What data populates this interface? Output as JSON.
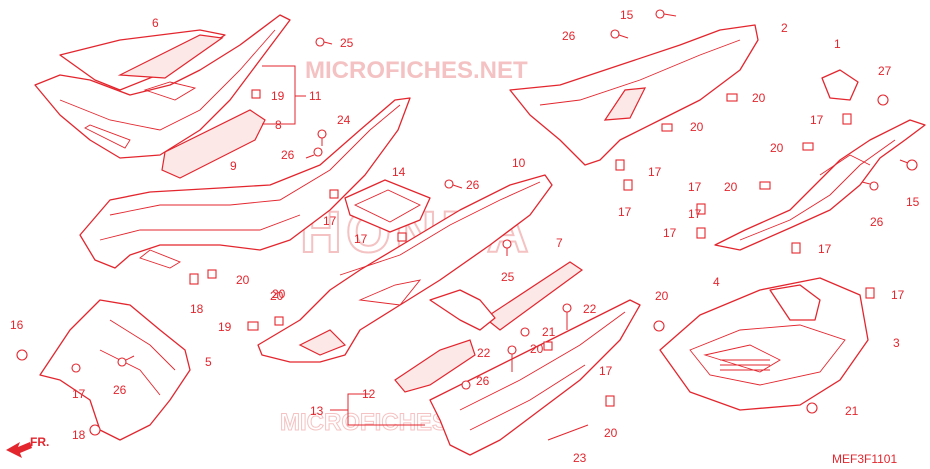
{
  "watermarks": {
    "top": "MICROFICHES.NET",
    "center": "HONDA",
    "bottom": "MICROFICHES.NET"
  },
  "diagram_code": "MEF3F1101",
  "direction_marker": "FR.",
  "callouts": [
    "1",
    "2",
    "3",
    "4",
    "5",
    "6",
    "7",
    "8",
    "9",
    "10",
    "11",
    "12",
    "13",
    "14",
    "15",
    "15",
    "16",
    "17",
    "17",
    "17",
    "17",
    "17",
    "17",
    "17",
    "17",
    "17",
    "17",
    "17",
    "17",
    "18",
    "18",
    "19",
    "19",
    "20",
    "20",
    "20",
    "20",
    "20",
    "20",
    "20",
    "20",
    "20",
    "20",
    "21",
    "21",
    "22",
    "22",
    "23",
    "24",
    "25",
    "25",
    "26",
    "26",
    "26",
    "26",
    "26",
    "26",
    "27"
  ],
  "colors": {
    "line": "#e3262e",
    "background": "#ffffff",
    "watermark": "#f2b3b3"
  }
}
